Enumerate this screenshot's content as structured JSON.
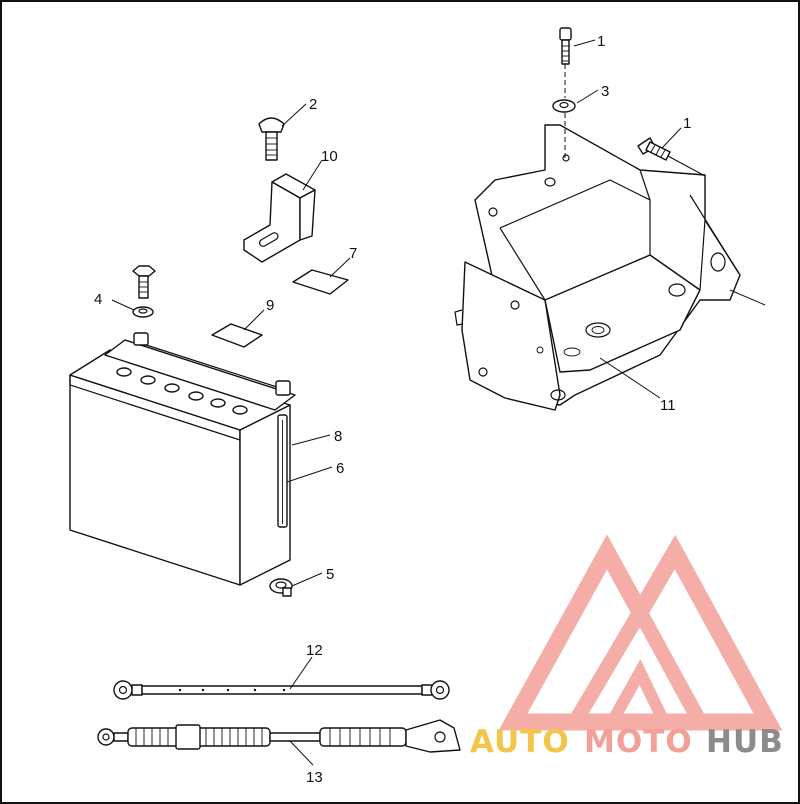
{
  "diagram": {
    "callouts": {
      "c1a": "1",
      "c1b": "1",
      "c2": "2",
      "c3": "3",
      "c4": "4",
      "c5": "5",
      "c6": "6",
      "c7": "7",
      "c8": "8",
      "c9": "9",
      "c10": "10",
      "c11": "11",
      "c12": "12",
      "c13": "13"
    }
  },
  "watermark": {
    "word1": "AUTO",
    "word2": "MOTO",
    "word3": "HUB",
    "colors": {
      "auto": "#f2c54b",
      "moto": "#f3a098",
      "hub": "#8c8c8c",
      "logo": "#f3a098"
    }
  }
}
